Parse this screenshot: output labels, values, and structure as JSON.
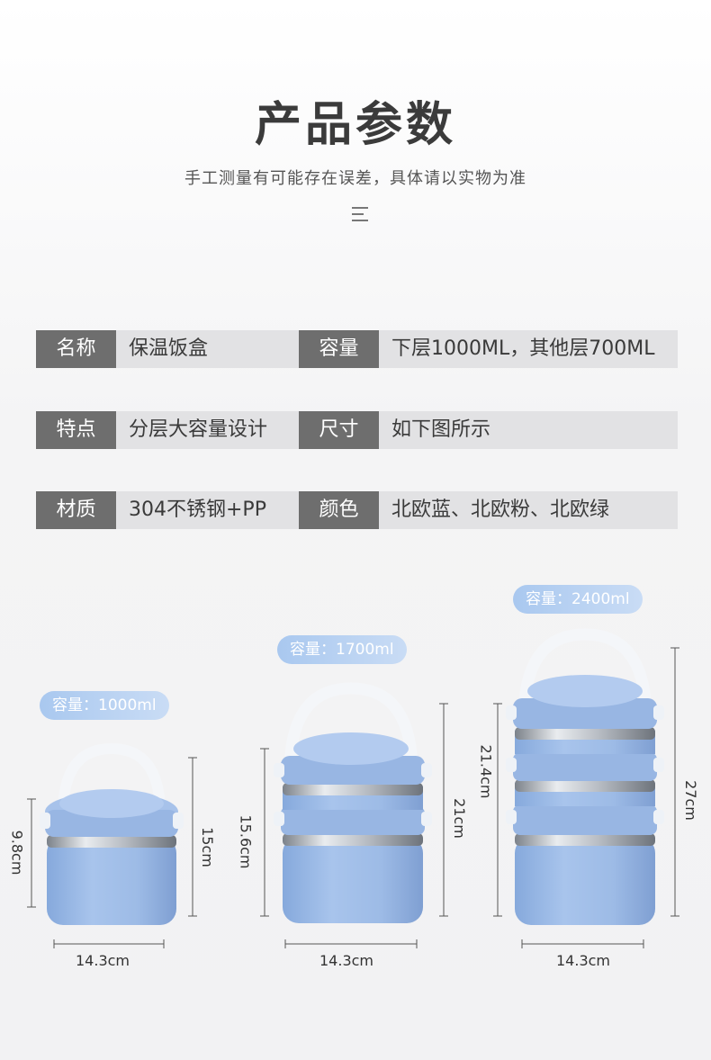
{
  "header": {
    "title": "产品参数",
    "subtitle": "手工测量有可能存在误差，具体请以实物为准"
  },
  "specs": [
    {
      "label1": "名称",
      "value1": "保温饭盒",
      "label2": "容量",
      "value2": "下层1000ML，其他层700ML"
    },
    {
      "label1": "特点",
      "value1": "分层大容量设计",
      "label2": "尺寸",
      "value2": "如下图所示"
    },
    {
      "label1": "材质",
      "value1": "304不锈钢+PP",
      "label2": "颜色",
      "value2": "北欧蓝、北欧粉、北欧绿"
    }
  ],
  "products": [
    {
      "capacity": "容量：1000ml",
      "width": "14.3cm",
      "height_left": "9.8cm",
      "height_right": "15cm"
    },
    {
      "capacity": "容量：1700ml",
      "width": "14.3cm",
      "height_left": "15.6cm",
      "height_right": "21cm"
    },
    {
      "capacity": "容量：2400ml",
      "width": "14.3cm",
      "height_left": "21.4cm",
      "height_right": "27cm"
    }
  ],
  "colors": {
    "box_blue": "#9dbbe6",
    "label_gray": "#6e6e6e",
    "value_gray": "#e2e2e4",
    "steel": "#c8ccd2"
  }
}
